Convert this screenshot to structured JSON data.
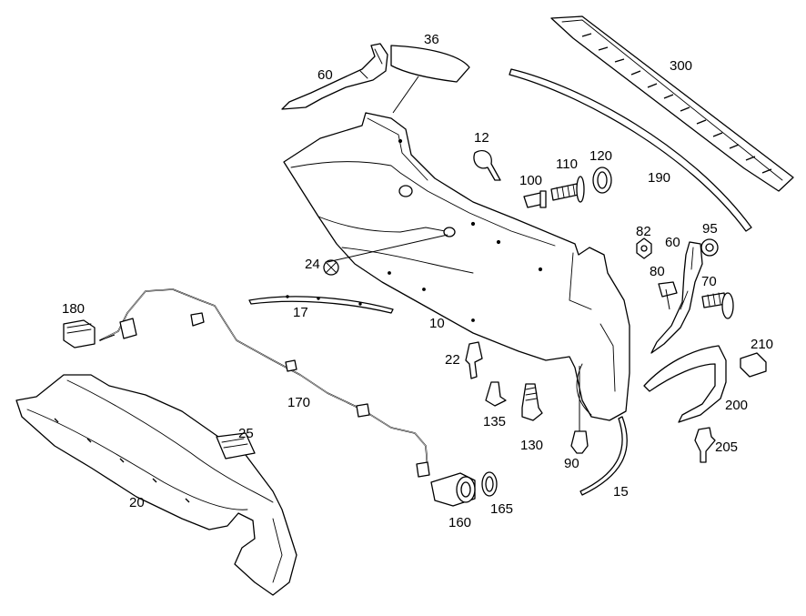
{
  "callouts": {
    "p10": "10",
    "p12": "12",
    "p15": "15",
    "p17": "17",
    "p20": "20",
    "p22": "22",
    "p24": "24",
    "p25": "25",
    "p36": "36",
    "p60a": "60",
    "p60b": "60",
    "p70": "70",
    "p80": "80",
    "p82": "82",
    "p90": "90",
    "p95": "95",
    "p100": "100",
    "p110": "110",
    "p120": "120",
    "p130": "130",
    "p135": "135",
    "p160": "160",
    "p165": "165",
    "p170": "170",
    "p180": "180",
    "p190": "190",
    "p200": "200",
    "p205": "205",
    "p210": "210",
    "p300": "300"
  }
}
